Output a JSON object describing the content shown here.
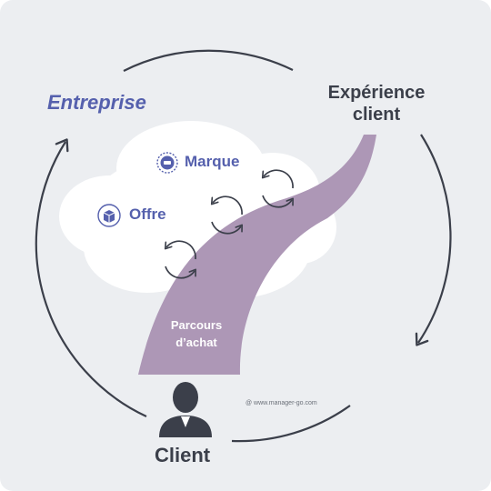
{
  "labels": {
    "entreprise": "Entreprise",
    "experience_line1": "Expérience",
    "experience_line2": "client",
    "client": "Client",
    "marque": "Marque",
    "offre": "Offre",
    "parcours_line1": "Parcours",
    "parcours_line2": "d’achat",
    "credit": "@ www.manager-go.com"
  },
  "icons": {
    "client": "person-icon",
    "marque": "badge-icon",
    "offre": "box-icon",
    "cycle": "refresh-cycle-icon"
  },
  "colors": {
    "background": "#eceef1",
    "cloud": "#ffffff",
    "path": "#ad97b6",
    "accent": "#5560ad",
    "dark": "#3b3f4a"
  }
}
